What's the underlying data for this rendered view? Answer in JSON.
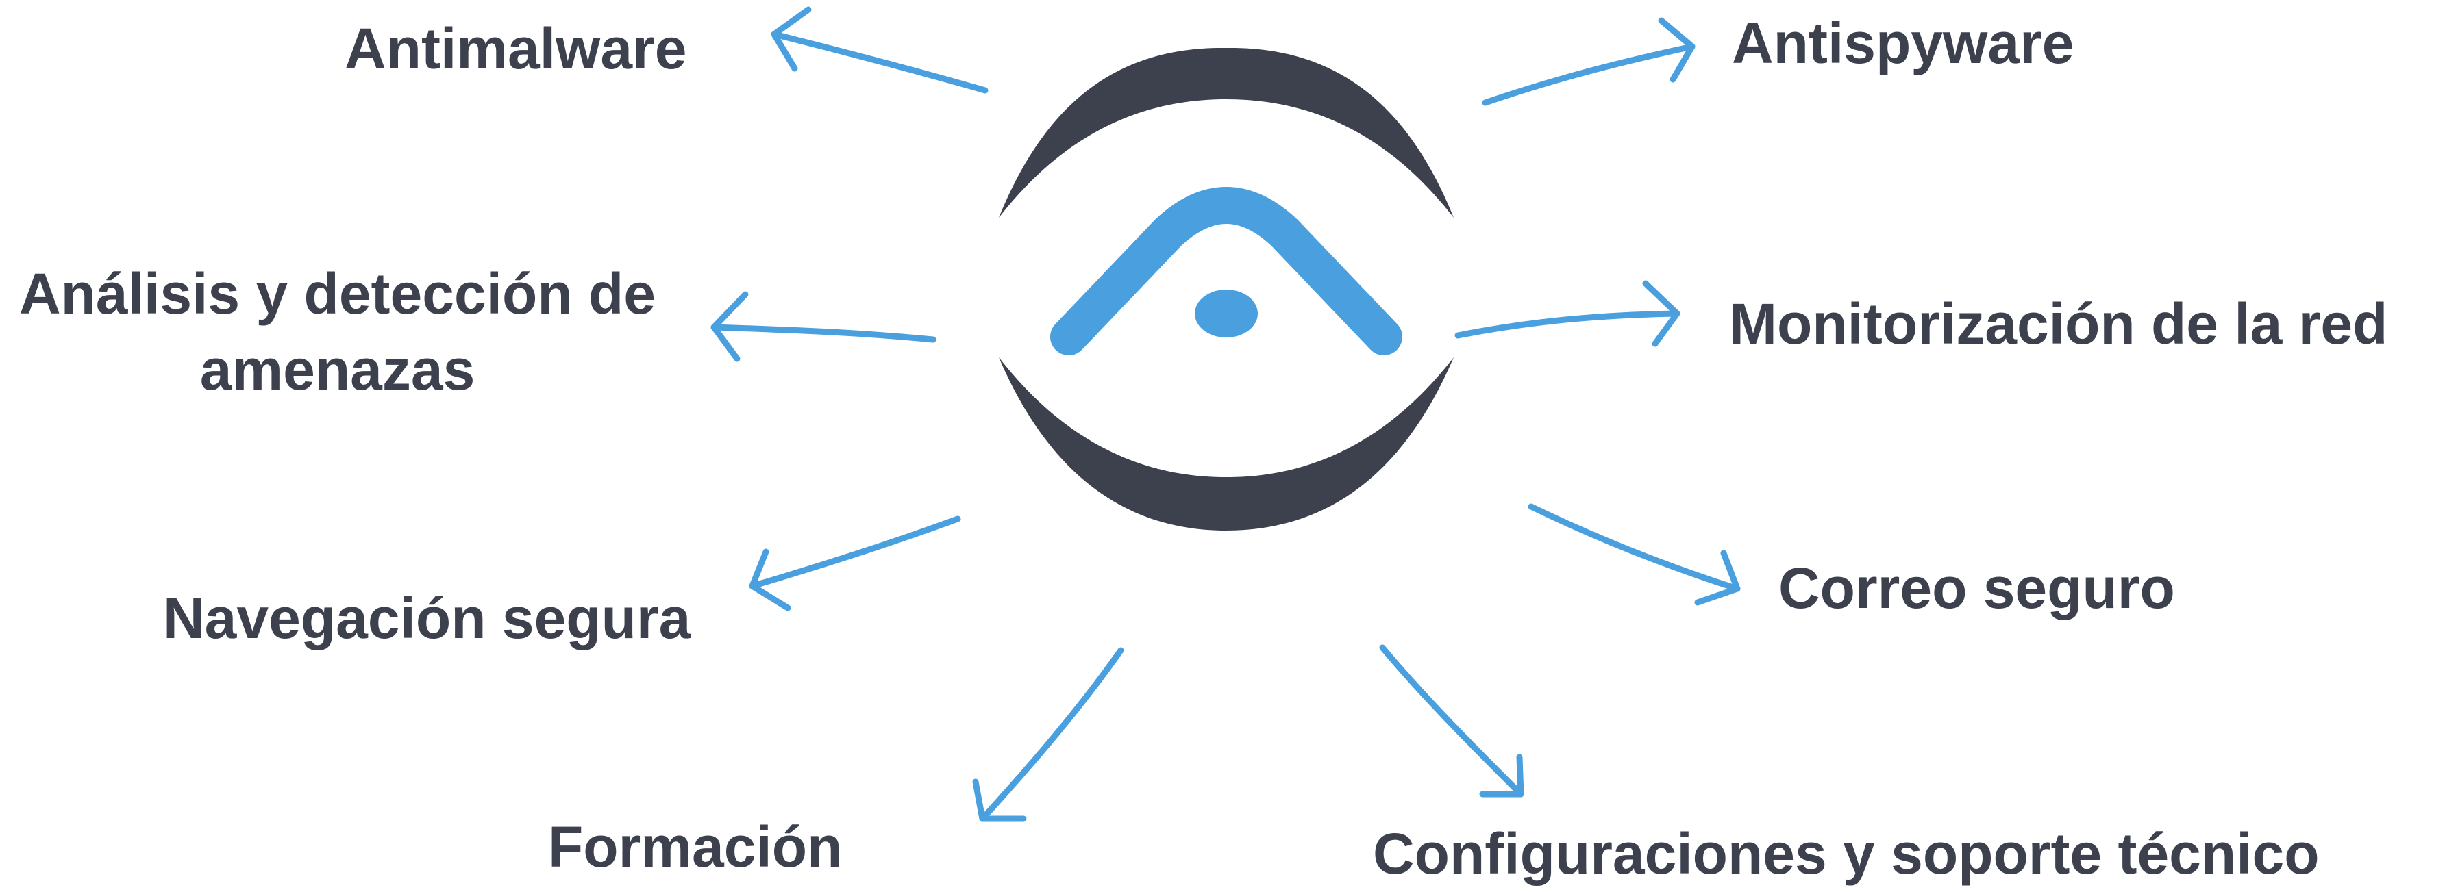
{
  "colors": {
    "text": "#3d414e",
    "logo_dark": "#3d414e",
    "accent_blue": "#4a9fdf",
    "background": "#ffffff"
  },
  "logo": {
    "icon": "security-shield-logo-icon"
  },
  "features": {
    "antimalware": "Antimalware",
    "antispyware": "Antispyware",
    "analisis_line1": "Análisis y detección de",
    "analisis_line2": "amenazas",
    "monitorizacion": "Monitorización de la red",
    "navegacion": "Navegación segura",
    "correo": "Correo seguro",
    "formacion": "Formación",
    "configuraciones": "Configuraciones y soporte técnico"
  },
  "arrows": {
    "icon": "hand-drawn-arrow-icon"
  }
}
